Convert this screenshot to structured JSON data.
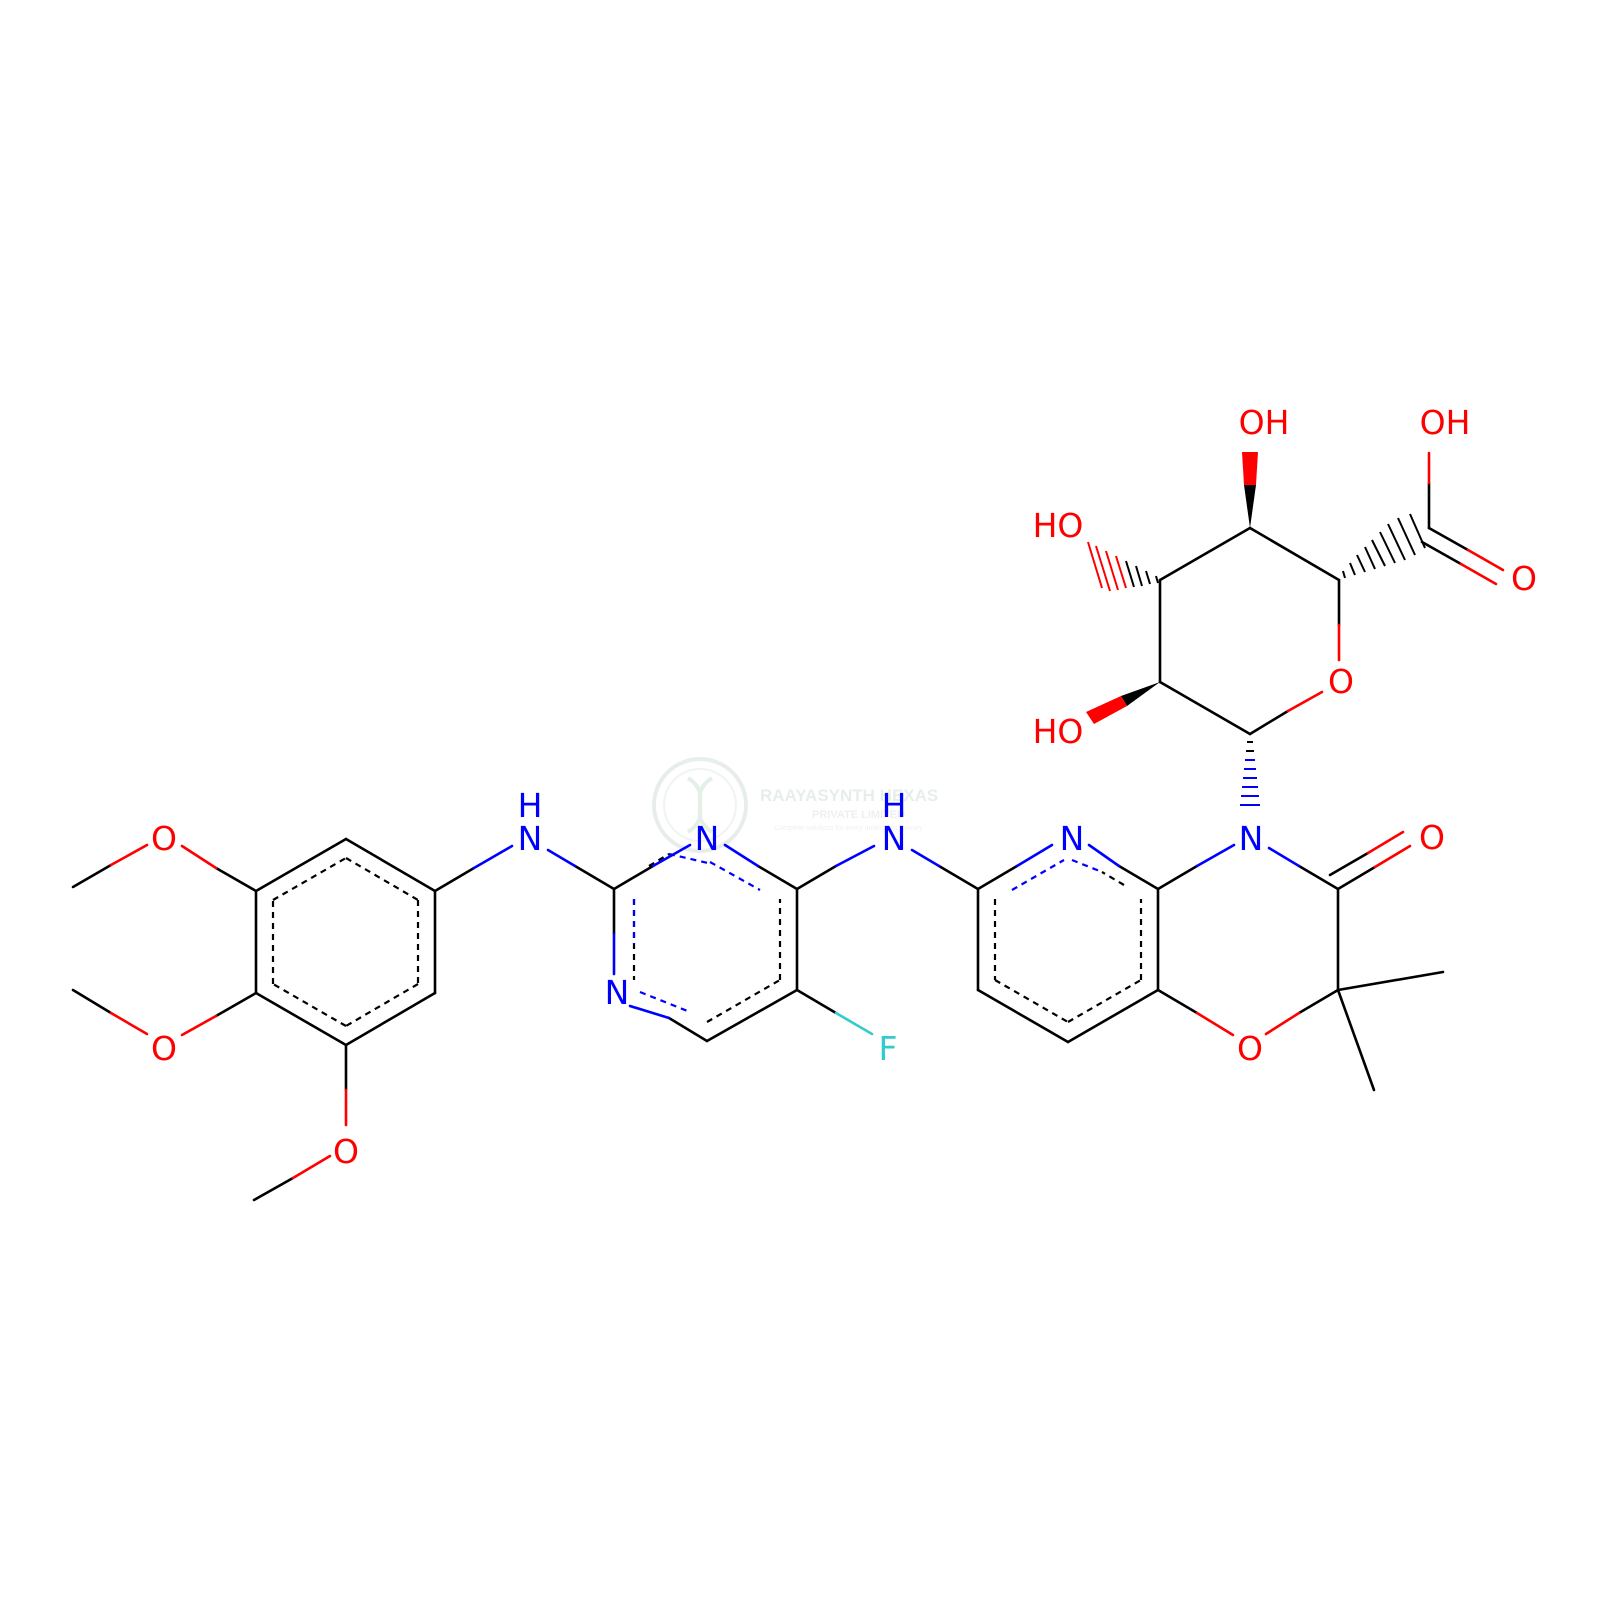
{
  "colors": {
    "carbon": "#000000",
    "nitrogen": "#0000ff",
    "oxygen": "#ff0000",
    "fluorine": "#33cccc",
    "watermark": "#d5e0dc"
  },
  "watermark": {
    "line1": "RAAYASYNTH HEXAS",
    "line2": "PRIVATE LIMITED",
    "line3": "Complete solutions for every molecule's journey"
  },
  "labels": {
    "o_meo_top": "O",
    "o_meo_mid": "O",
    "o_meo_bot": "O",
    "h_nh1": "H",
    "n_nh1": "N",
    "n_pyr1": "N",
    "n_pyr3": "N",
    "f": "F",
    "h_nh2": "H",
    "n_nh2": "N",
    "n_pyridine": "N",
    "n_lactam": "N",
    "o_carbonyl": "O",
    "o_oxazine": "O",
    "o_ring": "O",
    "o_acid_dbl": "O",
    "oh_acid": "OH",
    "oh_c3": "OH",
    "ho_c4": "HO",
    "ho_c5": "HO"
  }
}
